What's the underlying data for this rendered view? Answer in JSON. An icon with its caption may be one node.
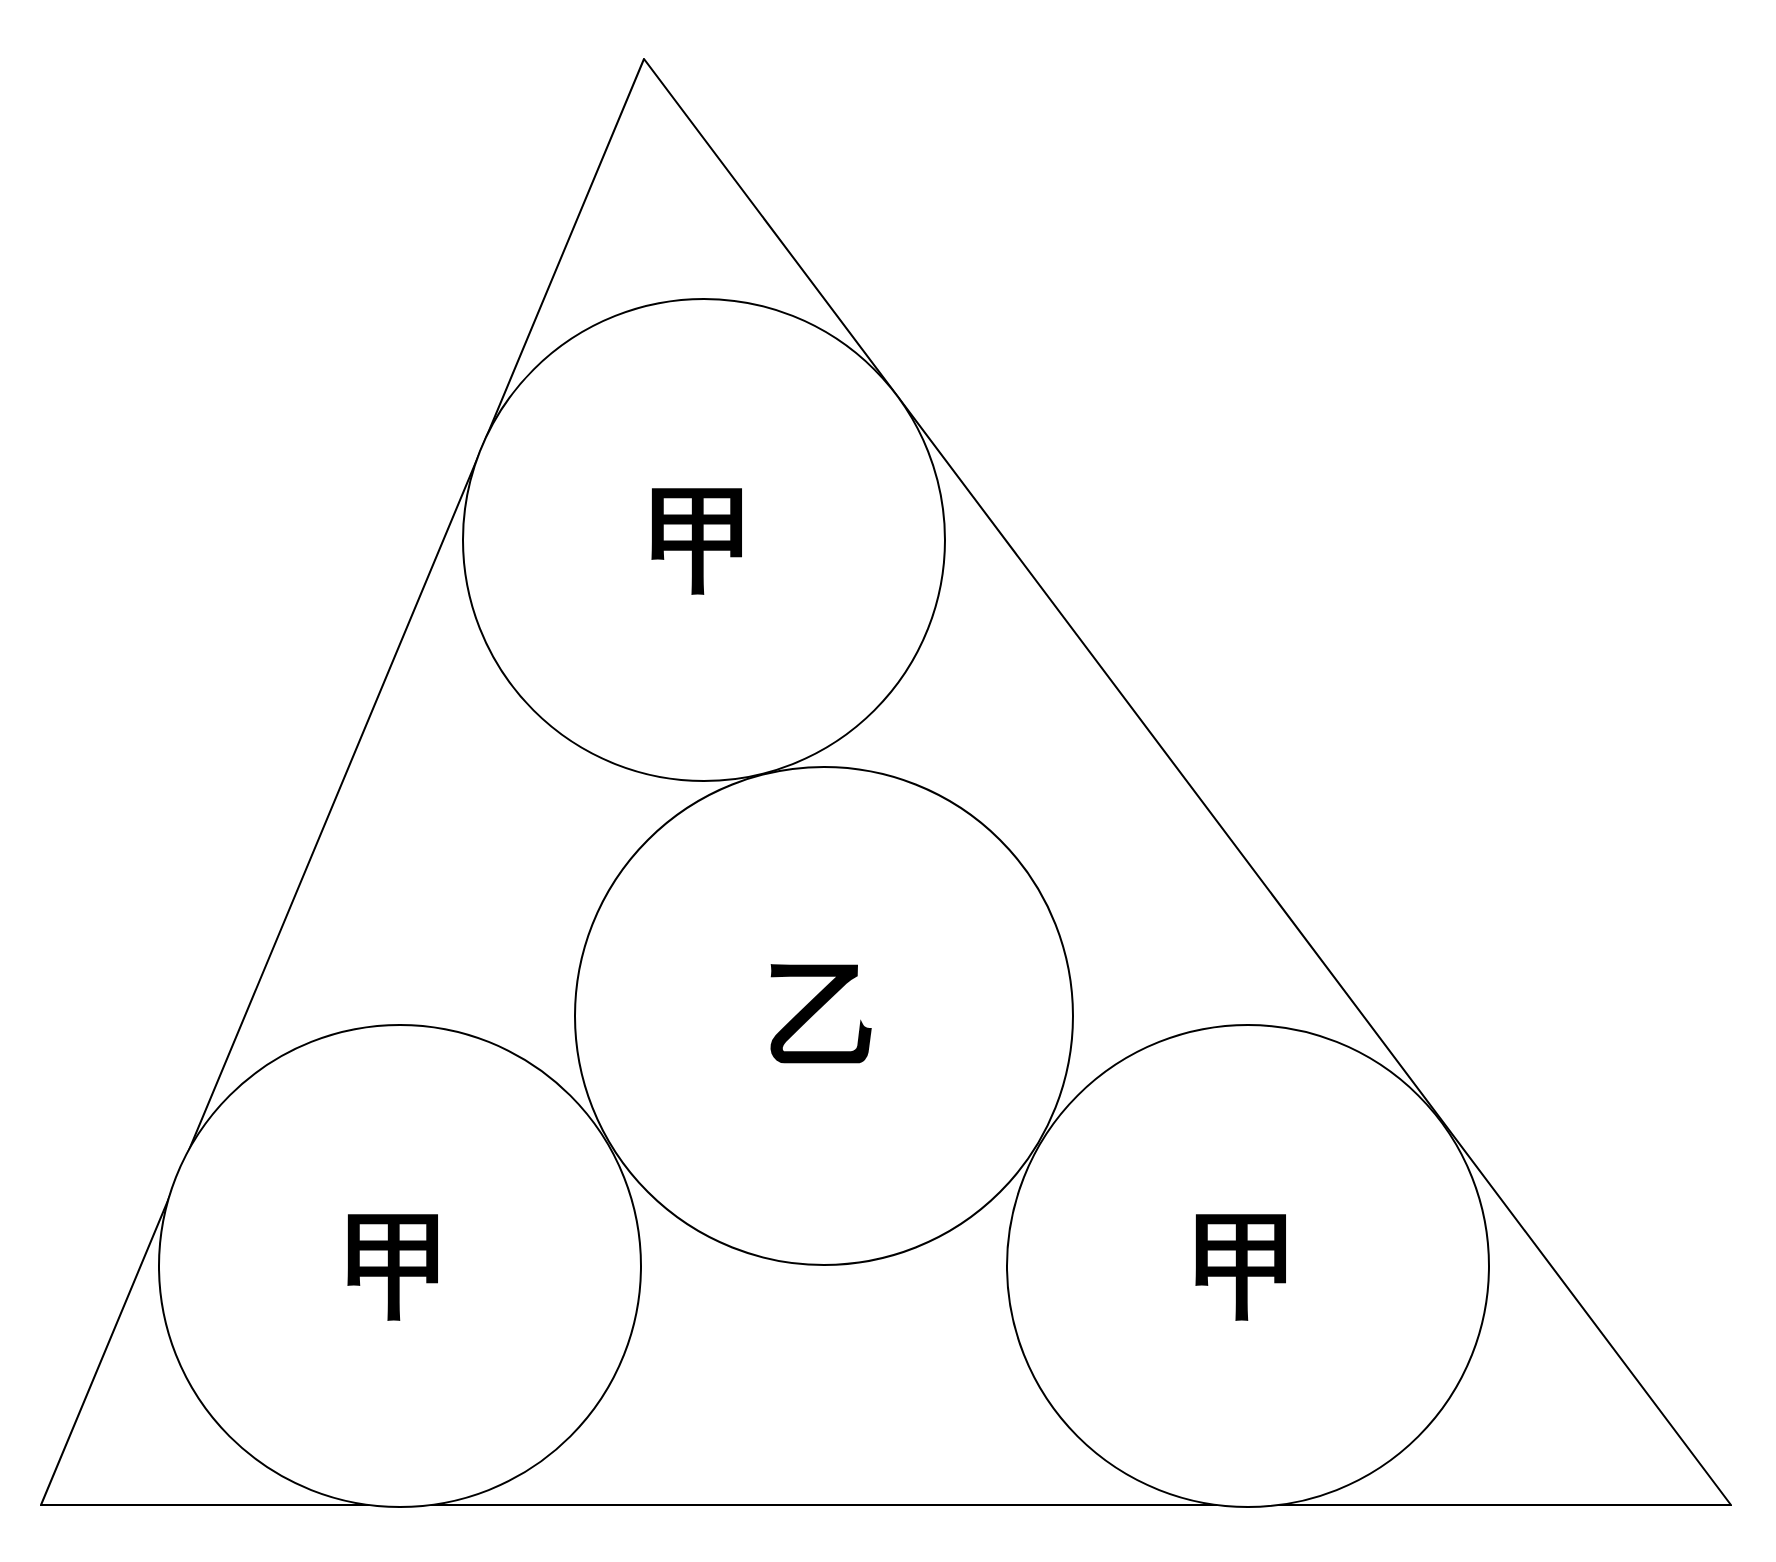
{
  "diagram": {
    "nodes": [
      {
        "text": [],
        "shape": "triangle"
      },
      {
        "text": [
          "甲"
        ],
        "in": 0
      },
      {
        "text": [
          "乙"
        ],
        "in": 0
      },
      {
        "text": [
          "甲"
        ],
        "in": 0
      },
      {
        "text": [
          "甲"
        ],
        "in": 0
      }
    ]
  }
}
